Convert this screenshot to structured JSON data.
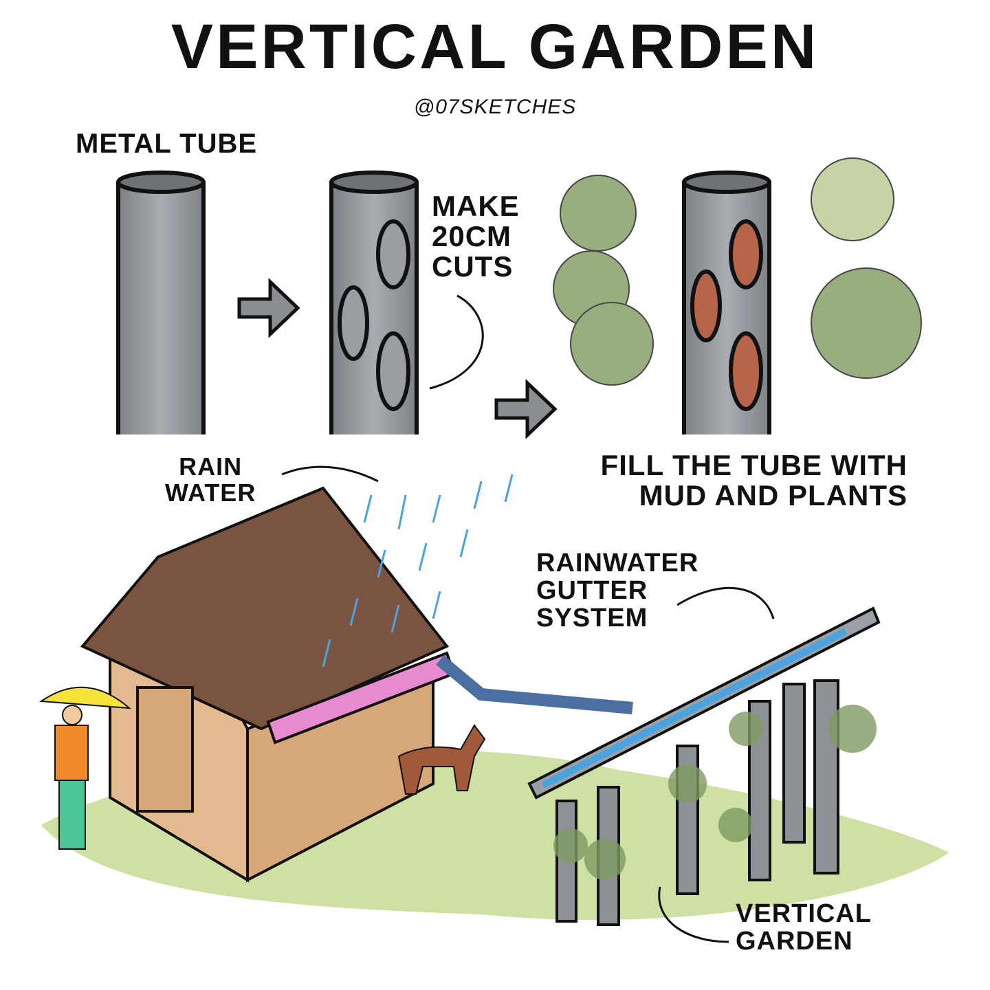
{
  "title": "Vertical Garden",
  "handle": "@07SKETCHES",
  "labels": {
    "metal_tube": "Metal Tube",
    "cuts_line1": "Make",
    "cuts_line2": "20cm",
    "cuts_line3": "Cuts",
    "fill_line1": "Fill the tube with",
    "fill_line2": "mud and plants",
    "rain_line1": "Rain",
    "rain_line2": "Water",
    "gutter_line1": "Rainwater",
    "gutter_line2": "Gutter",
    "gutter_line3": "System",
    "vg_line1": "Vertical",
    "vg_line2": "Garden"
  },
  "colors": {
    "tube": "#8e9297",
    "foliage": "#7f9a63",
    "mud": "#b5654a",
    "roof": "#7a5440",
    "wall": "#e3b98f",
    "grass": "#cfe0a4",
    "water": "#4aa3df",
    "gutter_pink": "#e88ad0"
  }
}
